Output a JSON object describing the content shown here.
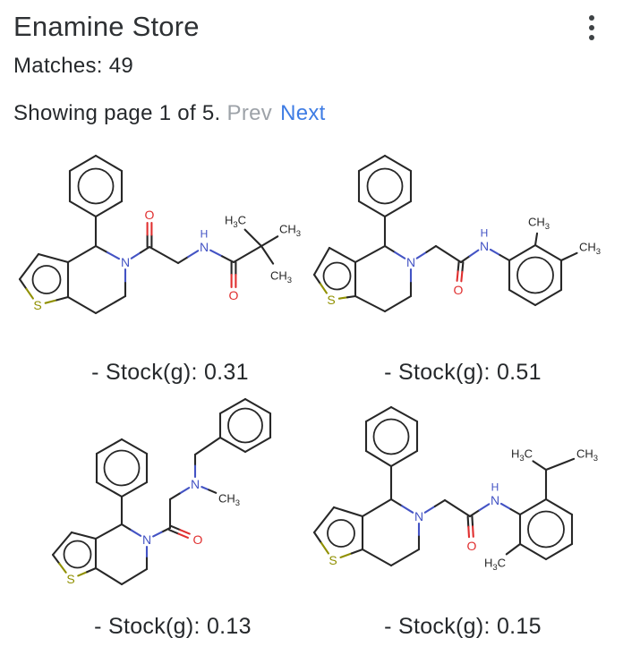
{
  "header": {
    "title": "Enamine Store",
    "menu_icon": "kebab-vertical-icon"
  },
  "matches": {
    "label": "Matches: 49"
  },
  "pagination": {
    "status": "Showing page 1 of 5.",
    "prev": "Prev",
    "next": "Next"
  },
  "colors": {
    "text": "#26292c",
    "title": "#2e3134",
    "muted": "#9da2a8",
    "link": "#3e7ce4",
    "atoms": {
      "C": "#272727",
      "N": "#4353c4",
      "O": "#e02f2f",
      "S": "#909000"
    }
  },
  "molecules": [
    {
      "caption": "- Stock(g): 0.31",
      "stock_g": 0.31,
      "drawing": {
        "rings": [
          [
            107,
            48,
            19.5
          ],
          [
            52,
            152.5,
            15.5
          ]
        ],
        "bonds": [
          [
            107,
            14,
            136,
            31
          ],
          [
            136,
            31,
            136,
            65
          ],
          [
            136,
            65,
            107,
            82
          ],
          [
            107,
            82,
            78,
            65
          ],
          [
            78,
            65,
            78,
            31
          ],
          [
            78,
            31,
            107,
            14
          ],
          [
            107,
            82,
            107,
            115
          ],
          [
            107,
            115,
            140,
            133,
            "C",
            "N",
            1,
            0,
            8
          ],
          [
            140,
            133,
            140,
            171,
            "N",
            "C",
            1,
            8,
            0
          ],
          [
            140,
            171,
            107,
            190
          ],
          [
            107,
            190,
            76,
            172
          ],
          [
            76,
            172,
            76,
            133
          ],
          [
            76,
            133,
            107,
            115
          ],
          [
            76,
            133,
            43,
            124
          ],
          [
            43,
            124,
            22,
            152
          ],
          [
            22,
            152,
            42,
            181,
            "C",
            "S",
            1,
            0,
            9
          ],
          [
            42,
            181,
            76,
            172,
            "S",
            "C",
            1,
            9,
            0
          ],
          [
            140,
            133,
            167,
            116,
            "N",
            "C",
            1,
            8,
            0
          ],
          [
            167,
            116,
            167,
            80,
            "C",
            "O",
            2,
            0,
            9
          ],
          [
            167,
            116,
            199,
            134
          ],
          [
            199,
            134,
            228,
            116,
            "C",
            "N",
            1,
            0,
            8
          ],
          [
            228,
            116,
            261,
            133,
            "N",
            "C",
            1,
            8,
            0
          ],
          [
            261,
            133,
            261,
            170,
            "C",
            "O",
            2,
            0,
            9
          ],
          [
            261,
            133,
            292,
            115
          ],
          [
            292,
            115,
            263,
            86,
            "C",
            "C",
            1,
            0,
            15
          ],
          [
            292,
            115,
            324,
            96,
            "C",
            "C",
            1,
            0,
            16
          ],
          [
            292,
            115,
            314,
            148,
            "C",
            "C",
            1,
            0,
            16
          ]
        ],
        "labels": [
          [
            140,
            133,
            "N",
            "N"
          ],
          [
            42,
            181,
            "S",
            "S"
          ],
          [
            167,
            80,
            "O",
            "O"
          ],
          [
            228,
            116,
            "N",
            "N"
          ],
          [
            228,
            101,
            "H",
            "N",
            12
          ],
          [
            261,
            170,
            "O",
            "O"
          ],
          [
            263,
            86,
            "H_3C",
            "C",
            13
          ],
          [
            324,
            96,
            "CH_3",
            "C",
            13
          ],
          [
            314,
            148,
            "CH_3",
            "C",
            13
          ]
        ]
      }
    },
    {
      "caption": "- Stock(g): 0.51",
      "stock_g": 0.51,
      "drawing": {
        "rings": [
          [
            82,
            48,
            19.5
          ],
          [
            28.5,
            148.5,
            15
          ],
          [
            250,
            147.5,
            20
          ]
        ],
        "bonds": [
          [
            82,
            14,
            111,
            31
          ],
          [
            111,
            31,
            111,
            65
          ],
          [
            111,
            65,
            82,
            82
          ],
          [
            82,
            82,
            53,
            65
          ],
          [
            53,
            65,
            53,
            31
          ],
          [
            53,
            31,
            82,
            14
          ],
          [
            82,
            82,
            82,
            115
          ],
          [
            82,
            115,
            111,
            133,
            "C",
            "N",
            1,
            0,
            8
          ],
          [
            111,
            133,
            111,
            171,
            "N",
            "C",
            1,
            8,
            0
          ],
          [
            111,
            171,
            82,
            188
          ],
          [
            82,
            188,
            49,
            171
          ],
          [
            49,
            171,
            49,
            133
          ],
          [
            49,
            133,
            82,
            115
          ],
          [
            49,
            133,
            20,
            117
          ],
          [
            20,
            117,
            3,
            147
          ],
          [
            3,
            147,
            22,
            175,
            "C",
            "S",
            1,
            0,
            9
          ],
          [
            22,
            175,
            49,
            171,
            "S",
            "C",
            1,
            9,
            0
          ],
          [
            111,
            133,
            139,
            115,
            "N",
            "C",
            1,
            8,
            0
          ],
          [
            139,
            115,
            167,
            133
          ],
          [
            167,
            133,
            164,
            164,
            "C",
            "O",
            2,
            0,
            10
          ],
          [
            167,
            133,
            193,
            115,
            "C",
            "N",
            1,
            0,
            8
          ],
          [
            193,
            115,
            221,
            131,
            "N",
            "C",
            1,
            8,
            0
          ],
          [
            221,
            131,
            250,
            114
          ],
          [
            250,
            114,
            279,
            131
          ],
          [
            279,
            131,
            279,
            164
          ],
          [
            279,
            164,
            250,
            181
          ],
          [
            250,
            181,
            221,
            164
          ],
          [
            221,
            164,
            221,
            131
          ],
          [
            250,
            114,
            254,
            88,
            "C",
            "C",
            1,
            0,
            13
          ],
          [
            279,
            131,
            311,
            116,
            "C",
            "C",
            1,
            0,
            16
          ]
        ],
        "labels": [
          [
            111,
            133,
            "N",
            "N"
          ],
          [
            22,
            175,
            "S",
            "S"
          ],
          [
            164,
            164,
            "O",
            "O"
          ],
          [
            193,
            115,
            "N",
            "N"
          ],
          [
            193,
            100,
            "H",
            "N",
            12
          ],
          [
            254,
            88,
            "CH_3",
            "C",
            13
          ],
          [
            311,
            116,
            "CH_3",
            "C",
            13
          ]
        ]
      }
    },
    {
      "caption": "- Stock(g): 0.13",
      "stock_g": 0.13,
      "drawing": {
        "rings": [
          [
            274,
            31.5,
            19
          ],
          [
            136,
            79,
            19.5
          ],
          [
            86.5,
            175.5,
            15
          ]
        ],
        "bonds": [
          [
            274,
            2,
            302,
            18
          ],
          [
            302,
            18,
            302,
            45
          ],
          [
            302,
            45,
            274,
            61
          ],
          [
            274,
            61,
            246,
            45
          ],
          [
            246,
            45,
            246,
            18
          ],
          [
            246,
            18,
            274,
            2
          ],
          [
            246,
            45,
            218,
            64
          ],
          [
            218,
            64,
            218,
            97,
            "C",
            "N",
            1,
            0,
            8
          ],
          [
            218,
            97,
            256,
            113,
            "N",
            "C",
            1,
            8,
            16
          ],
          [
            218,
            97,
            190,
            114,
            "N",
            "C",
            1,
            8,
            0
          ],
          [
            190,
            114,
            190,
            146
          ],
          [
            190,
            146,
            221,
            159,
            "C",
            "O",
            2,
            0,
            11
          ],
          [
            190,
            146,
            164,
            159,
            "C",
            "N",
            1,
            0,
            8
          ],
          [
            136,
            47,
            164,
            63
          ],
          [
            164,
            63,
            164,
            95
          ],
          [
            164,
            95,
            136,
            111
          ],
          [
            136,
            111,
            108,
            95
          ],
          [
            108,
            95,
            108,
            63
          ],
          [
            108,
            63,
            136,
            47
          ],
          [
            136,
            111,
            136,
            142
          ],
          [
            136,
            142,
            164,
            159,
            "C",
            "N",
            1,
            0,
            8
          ],
          [
            164,
            159,
            164,
            192,
            "N",
            "C",
            1,
            8,
            0
          ],
          [
            164,
            192,
            136,
            209
          ],
          [
            136,
            209,
            107,
            191
          ],
          [
            107,
            191,
            107,
            158
          ],
          [
            107,
            158,
            136,
            142
          ],
          [
            107,
            158,
            80,
            151
          ],
          [
            80,
            151,
            59,
            176
          ],
          [
            59,
            176,
            79,
            203,
            "C",
            "S",
            1,
            0,
            9
          ],
          [
            79,
            203,
            107,
            191,
            "S",
            "C",
            1,
            9,
            0
          ]
        ],
        "labels": [
          [
            218,
            97,
            "N",
            "N"
          ],
          [
            256,
            113,
            "CH_3",
            "C",
            13
          ],
          [
            221,
            159,
            "O",
            "O"
          ],
          [
            164,
            159,
            "N",
            "N"
          ],
          [
            79,
            203,
            "S",
            "S"
          ]
        ]
      }
    },
    {
      "caption": "- Stock(g): 0.15",
      "stock_g": 0.15,
      "drawing": {
        "rings": [
          [
            89,
            44,
            19.5
          ],
          [
            33,
            152,
            15
          ],
          [
            262,
            147.5,
            20
          ]
        ],
        "bonds": [
          [
            89,
            11,
            118,
            27
          ],
          [
            118,
            27,
            118,
            60
          ],
          [
            118,
            60,
            89,
            77
          ],
          [
            89,
            77,
            61,
            60
          ],
          [
            61,
            60,
            61,
            27
          ],
          [
            61,
            27,
            89,
            11
          ],
          [
            89,
            77,
            89,
            114
          ],
          [
            89,
            114,
            120,
            133,
            "C",
            "N",
            1,
            0,
            8
          ],
          [
            120,
            133,
            120,
            170,
            "N",
            "C",
            1,
            8,
            0
          ],
          [
            120,
            170,
            89,
            188
          ],
          [
            89,
            188,
            57,
            170
          ],
          [
            57,
            170,
            57,
            133
          ],
          [
            57,
            133,
            89,
            114
          ],
          [
            57,
            133,
            25,
            123
          ],
          [
            25,
            123,
            3,
            151
          ],
          [
            3,
            151,
            24,
            182,
            "C",
            "S",
            1,
            0,
            9
          ],
          [
            24,
            182,
            57,
            170,
            "S",
            "C",
            1,
            9,
            0
          ],
          [
            120,
            133,
            149,
            115,
            "N",
            "C",
            1,
            8,
            0
          ],
          [
            149,
            115,
            177,
            133
          ],
          [
            177,
            133,
            179,
            166,
            "C",
            "O",
            2,
            0,
            10
          ],
          [
            177,
            133,
            205,
            115,
            "C",
            "N",
            1,
            0,
            8
          ],
          [
            205,
            115,
            233,
            131,
            "N",
            "C",
            1,
            8,
            0
          ],
          [
            233,
            131,
            262,
            114
          ],
          [
            262,
            114,
            291,
            131
          ],
          [
            291,
            131,
            291,
            164
          ],
          [
            291,
            164,
            262,
            181
          ],
          [
            262,
            181,
            233,
            164
          ],
          [
            233,
            164,
            233,
            131
          ],
          [
            262,
            114,
            262,
            81
          ],
          [
            262,
            81,
            235,
            63,
            "C",
            "C",
            1,
            0,
            15
          ],
          [
            262,
            81,
            308,
            63,
            "C",
            "C",
            1,
            0,
            16
          ],
          [
            233,
            164,
            205,
            185,
            "C",
            "C",
            1,
            0,
            16
          ]
        ],
        "labels": [
          [
            120,
            133,
            "N",
            "N"
          ],
          [
            24,
            182,
            "S",
            "S"
          ],
          [
            179,
            166,
            "O",
            "O"
          ],
          [
            205,
            115,
            "N",
            "N"
          ],
          [
            205,
            100,
            "H",
            "N",
            12
          ],
          [
            235,
            63,
            "H_3C",
            "C",
            13
          ],
          [
            308,
            63,
            "CH_3",
            "C",
            13
          ],
          [
            205,
            185,
            "H_3C",
            "C",
            13
          ]
        ]
      }
    }
  ]
}
